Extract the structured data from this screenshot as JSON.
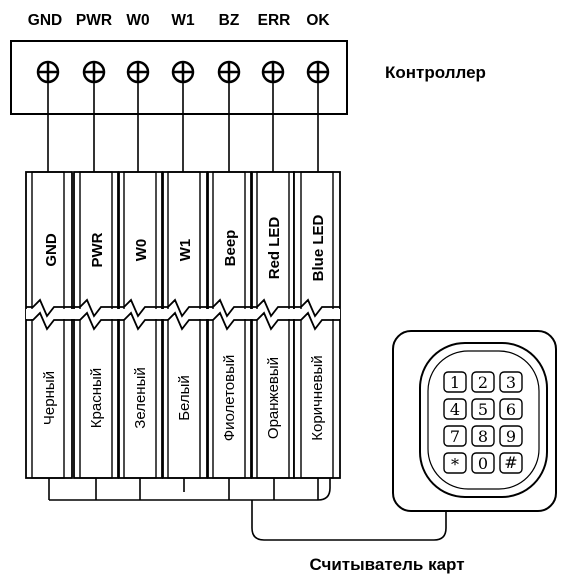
{
  "controller": {
    "title": "Контроллер",
    "terminals": [
      "GND",
      "PWR",
      "W0",
      "W1",
      "BZ",
      "ERR",
      "OK"
    ]
  },
  "wires": [
    {
      "signal": "GND",
      "color": "Черный"
    },
    {
      "signal": "PWR",
      "color": "Красный"
    },
    {
      "signal": "W0",
      "color": "Зеленый"
    },
    {
      "signal": "W1",
      "color": "Белый"
    },
    {
      "signal": "Beep",
      "color": "Фиолетовый"
    },
    {
      "signal": "Red LED",
      "color": "Оранжевый"
    },
    {
      "signal": "Blue LED",
      "color": "Коричневый"
    }
  ],
  "reader": {
    "title": "Считыватель карт",
    "keys": [
      "1",
      "2",
      "3",
      "4",
      "5",
      "6",
      "7",
      "8",
      "9",
      "*",
      "0",
      "#"
    ]
  }
}
